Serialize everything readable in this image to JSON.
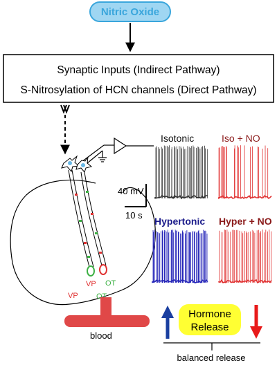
{
  "top_node": {
    "label": "Nitric Oxide",
    "fill": "#9fd6f2",
    "stroke": "#3aa6dc",
    "text_color": "#3aa6dc"
  },
  "mechanism_box": {
    "line1": "Synaptic Inputs (Indirect Pathway)",
    "line2": "S-Nitrosylation of HCN channels (Direct Pathway)"
  },
  "recordings": {
    "isotonic": {
      "label": "Isotonic",
      "color": "#333333"
    },
    "iso_no": {
      "label": "Iso + NO",
      "color": "#e03131"
    },
    "hypertonic": {
      "label": "Hypertonic",
      "color": "#2424b8"
    },
    "hyper_no": {
      "label": "Hyper + NO",
      "color": "#e03131"
    }
  },
  "scale_bar": {
    "voltage": "40 mV",
    "time": "10 s"
  },
  "neuron_labels": {
    "vp_inner": "VP",
    "ot_inner": "OT",
    "vp_outer": "VP",
    "ot_outer": "OT",
    "vp_color": "#e03131",
    "ot_color": "#3cb043"
  },
  "blood": {
    "label": "blood",
    "color": "#e04848"
  },
  "hormone": {
    "line1": "Hormone",
    "line2": "Release",
    "fill": "#ffff33",
    "up_color": "#1a3fa0",
    "down_color": "#e81a1a"
  },
  "footer": {
    "label": "balanced release"
  }
}
